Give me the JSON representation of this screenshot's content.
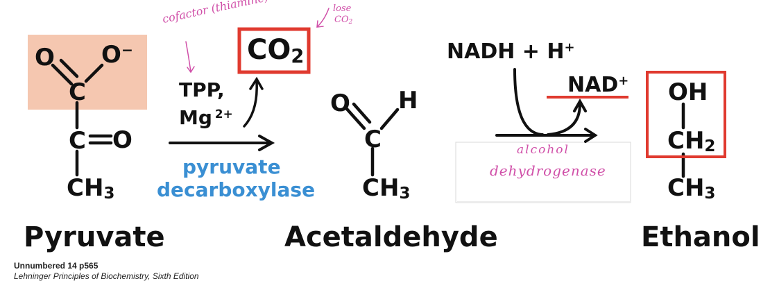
{
  "pyruvate": {
    "o_left": "O",
    "o_right": "O",
    "o_right_charge": "−",
    "c_carboxyl": "C",
    "c_keto": "C",
    "o_keto": "O",
    "ch": "CH",
    "ch_sub": "3",
    "name": "Pyruvate"
  },
  "co2": {
    "text": "CO",
    "sub": "2"
  },
  "cofactors": {
    "tpp": "TPP,",
    "mg": "Mg",
    "mg_charge": "2+"
  },
  "enzyme1": {
    "line1": "pyruvate",
    "line2": "decarboxylase"
  },
  "acetaldehyde": {
    "o": "O",
    "h": "H",
    "c": "C",
    "ch": "CH",
    "ch_sub": "3",
    "name": "Acetaldehyde"
  },
  "reduction": {
    "nadh": "NADH + H",
    "nadh_charge": "+",
    "nad": "NAD",
    "nad_charge": "+"
  },
  "ethanol": {
    "oh": "OH",
    "ch2": "CH",
    "ch2_sub": "2",
    "ch3": "CH",
    "ch3_sub": "3",
    "name": "Ethanol"
  },
  "annotations": {
    "cofactor": "cofactor (thiamine)",
    "lose_line1": "lose",
    "lose_line2": "CO",
    "lose_sub": "2",
    "alcohol": "alcohol",
    "dehydrogenase": "dehydrogenase"
  },
  "caption": {
    "line1": "Unnumbered 14 p565",
    "line2": "Lehninger Principles of Biochemistry, Sixth Edition"
  },
  "colors": {
    "highlight_fill": "#f5c7b0",
    "red_box": "#e03a2f",
    "enzyme_blue": "#3a8fd3",
    "annotation_pink": "#d04fa8",
    "text": "#111111"
  }
}
